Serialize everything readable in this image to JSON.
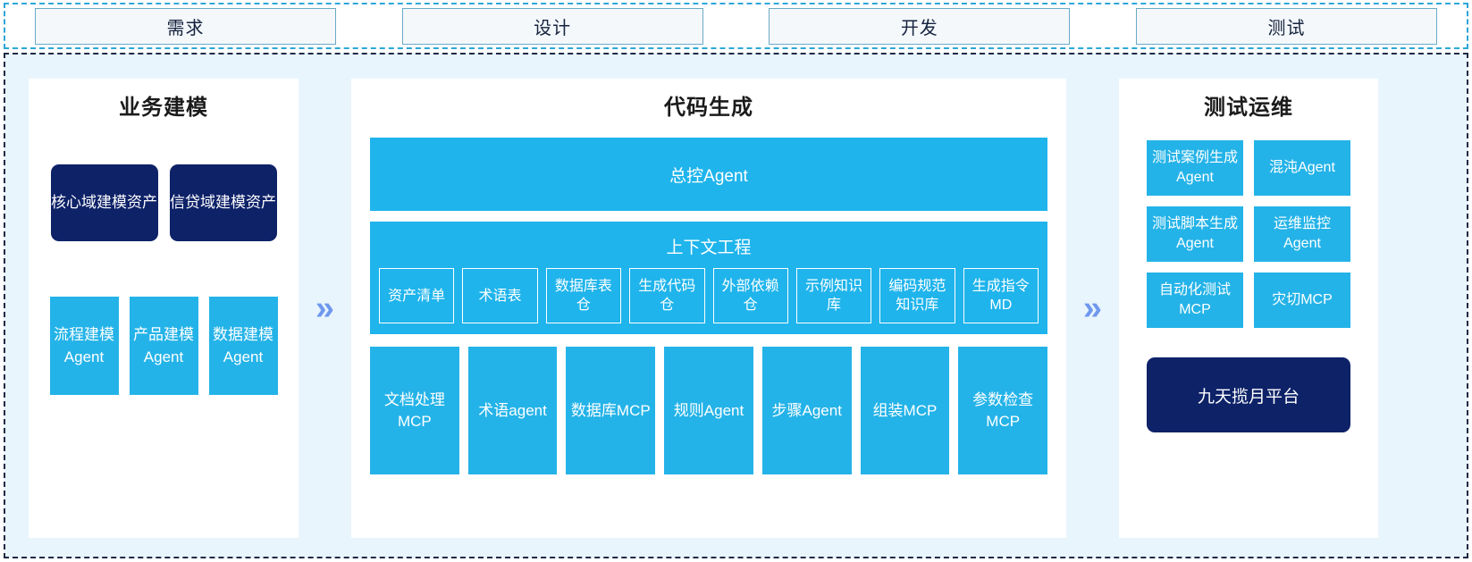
{
  "phases": [
    {
      "label": "需求"
    },
    {
      "label": "设计"
    },
    {
      "label": "开发"
    },
    {
      "label": "测试"
    }
  ],
  "separators": {
    "chevron_glyph": "»",
    "color": "#6f98ee"
  },
  "colors": {
    "accent_cyan": "#24b3e8",
    "accent_cyan_bright": "#1fb4ec",
    "navy": "#0e2268",
    "panel_bg": "#e8f5fd",
    "panel_white": "#ffffff",
    "phase_fill": "#f4f8fb",
    "phase_border": "#6aa9c6",
    "dashed_border": "#1f2a44"
  },
  "left_panel": {
    "title": "业务建模",
    "assets": [
      {
        "label": "核心域建模资产"
      },
      {
        "label": "信贷域建模资产"
      }
    ],
    "agents": [
      {
        "label": "流程建模Agent"
      },
      {
        "label": "产品建模Agent"
      },
      {
        "label": "数据建模Agent"
      }
    ]
  },
  "center_panel": {
    "title": "代码生成",
    "controller": {
      "label": "总控Agent"
    },
    "context": {
      "title": "上下文工程",
      "items": [
        {
          "label": "资产清单"
        },
        {
          "label": "术语表"
        },
        {
          "label": "数据库表仓"
        },
        {
          "label": "生成代码仓"
        },
        {
          "label": "外部依赖仓"
        },
        {
          "label": "示例知识库"
        },
        {
          "label": "编码规范知识库"
        },
        {
          "label": "生成指令MD"
        }
      ]
    },
    "tools": [
      {
        "label": "文档处理MCP"
      },
      {
        "label": "术语agent"
      },
      {
        "label": "数据库MCP"
      },
      {
        "label": "规则Agent"
      },
      {
        "label": "步骤Agent"
      },
      {
        "label": "组装MCP"
      },
      {
        "label": "参数检查MCP"
      }
    ]
  },
  "right_panel": {
    "title": "测试运维",
    "rows": [
      [
        {
          "label": "测试案例生成Agent"
        },
        {
          "label": "混沌Agent"
        }
      ],
      [
        {
          "label": "测试脚本生成Agent"
        },
        {
          "label": "运维监控Agent"
        }
      ],
      [
        {
          "label": "自动化测试MCP"
        },
        {
          "label": "灾切MCP"
        }
      ]
    ],
    "platform": {
      "label": "九天揽月平台"
    }
  }
}
